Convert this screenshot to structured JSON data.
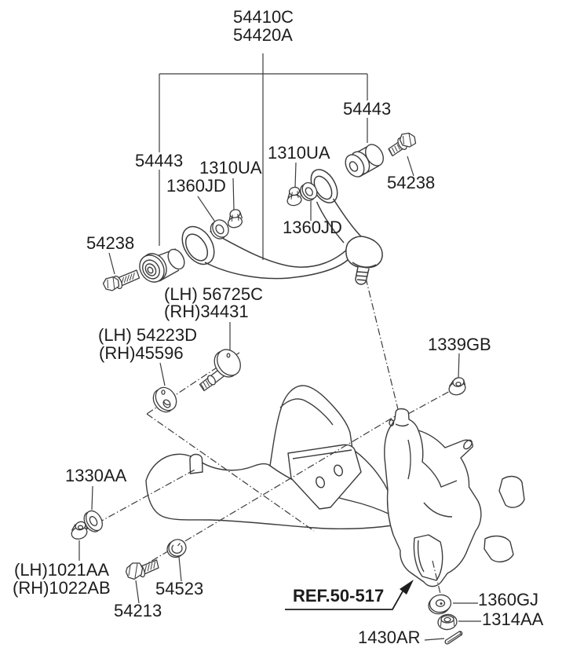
{
  "diagram": {
    "type": "exploded-parts-diagram",
    "assembly_group": [
      "54410C",
      "54420A"
    ],
    "colors": {
      "line": "#3c3c3c",
      "text": "#1d1d1d",
      "background": "#ffffff"
    },
    "labels": [
      {
        "id": "group-line-1",
        "text": "54410C"
      },
      {
        "id": "group-line-2",
        "text": "54420A"
      },
      {
        "id": "bushing-rear",
        "text": "54443"
      },
      {
        "id": "bolt-rear",
        "text": "54238"
      },
      {
        "id": "bushing-front",
        "text": "54443"
      },
      {
        "id": "nut-front",
        "text": "1310UA"
      },
      {
        "id": "washer-front",
        "text": "1360JD"
      },
      {
        "id": "nut-rear",
        "text": "1310UA"
      },
      {
        "id": "washer-rear",
        "text": "1360JD"
      },
      {
        "id": "bolt-front",
        "text": "54238"
      },
      {
        "id": "cam-bolt-lh",
        "text": "(LH) 56725C"
      },
      {
        "id": "cam-bolt-rh",
        "text": "(RH)34431"
      },
      {
        "id": "cam-washer-lh",
        "text": "(LH) 54223D"
      },
      {
        "id": "cam-washer-rh",
        "text": "(RH)45596"
      },
      {
        "id": "nut-1339gb",
        "text": "1339GB"
      },
      {
        "id": "washer-1330aa",
        "text": "1330AA"
      },
      {
        "id": "nut-lh",
        "text": "(LH)1021AA"
      },
      {
        "id": "nut-rh",
        "text": "(RH)1022AB"
      },
      {
        "id": "bolt-54213",
        "text": "54213"
      },
      {
        "id": "washer-54523",
        "text": "54523"
      },
      {
        "id": "knuckle-ref",
        "text": "REF.50-517"
      },
      {
        "id": "washer-1360gj",
        "text": "1360GJ"
      },
      {
        "id": "nut-1314aa",
        "text": "1314AA"
      },
      {
        "id": "pin-1430ar",
        "text": "1430AR"
      }
    ]
  }
}
